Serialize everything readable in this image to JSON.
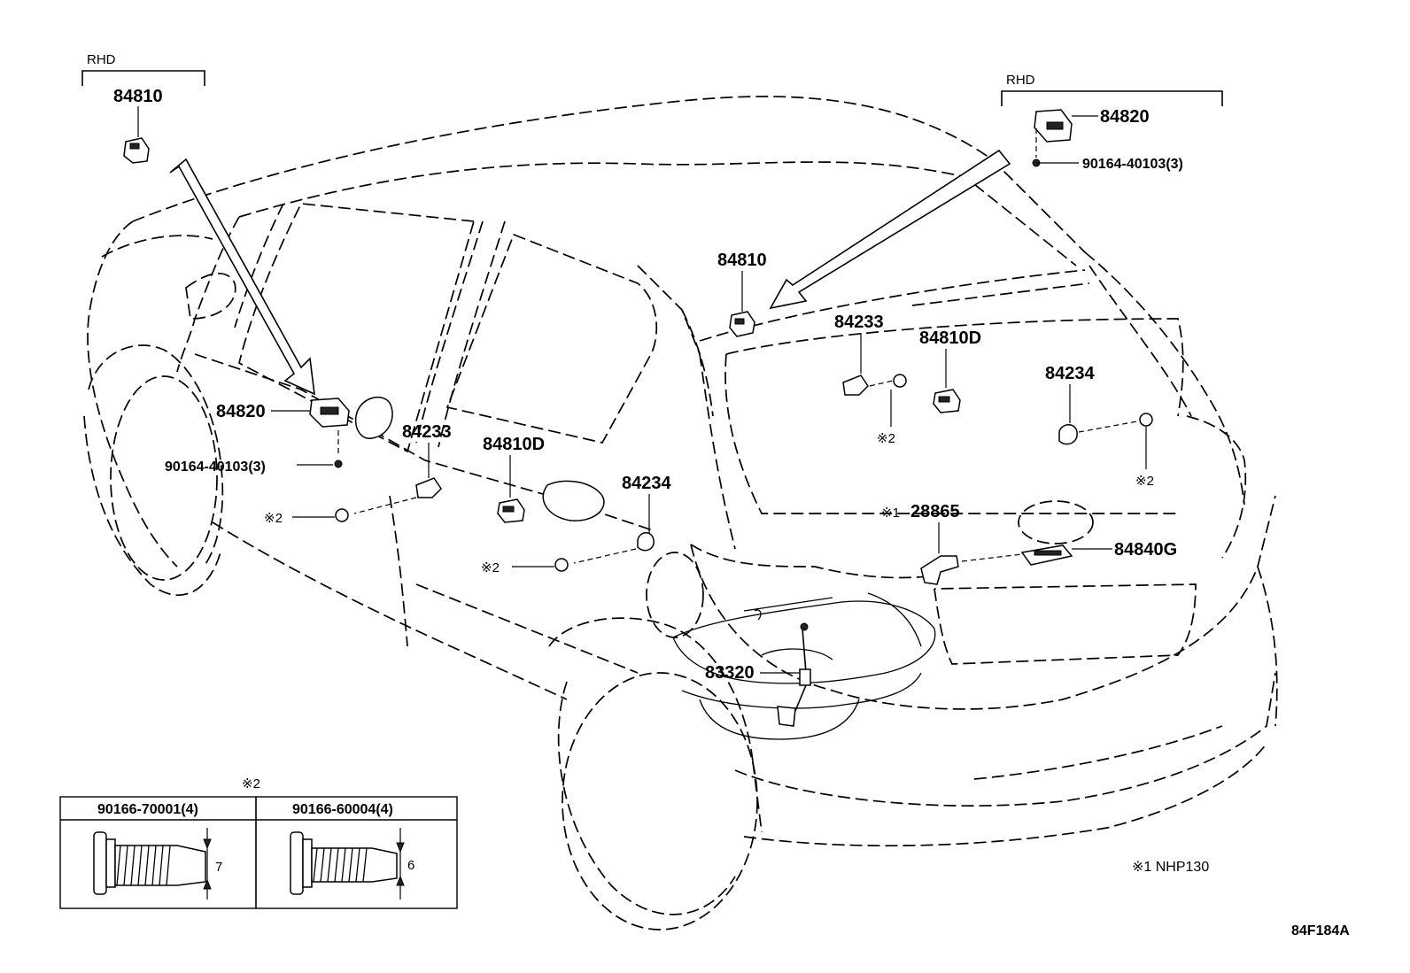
{
  "labels": {
    "rhd_left": "RHD",
    "rhd_right": "RHD",
    "p84810_topleft": "84810",
    "p84820_topright": "84820",
    "p90164_topright": "90164-40103(3)",
    "p84810_center": "84810",
    "p84820_door": "84820",
    "p90164_door": "90164-40103(3)",
    "p84233_door": "84233",
    "p84810d_door": "84810D",
    "p84234_door": "84234",
    "note2_door_a": "※2",
    "note2_door_b": "※2",
    "p84233_hatch": "84233",
    "p84810d_hatch": "84810D",
    "p84234_hatch": "84234",
    "note2_hatch_a": "※2",
    "note2_hatch_b": "※2",
    "note1_28865": "※1",
    "p28865": "28865",
    "p84840g": "84840G",
    "p83320": "83320",
    "fig_code": "84F184A",
    "footnote_1": "※1 NHP130"
  },
  "bolt_table": {
    "title": "※2",
    "columns": [
      {
        "part": "90166-70001(4)",
        "dimension": "7"
      },
      {
        "part": "90166-60004(4)",
        "dimension": "6"
      }
    ]
  }
}
